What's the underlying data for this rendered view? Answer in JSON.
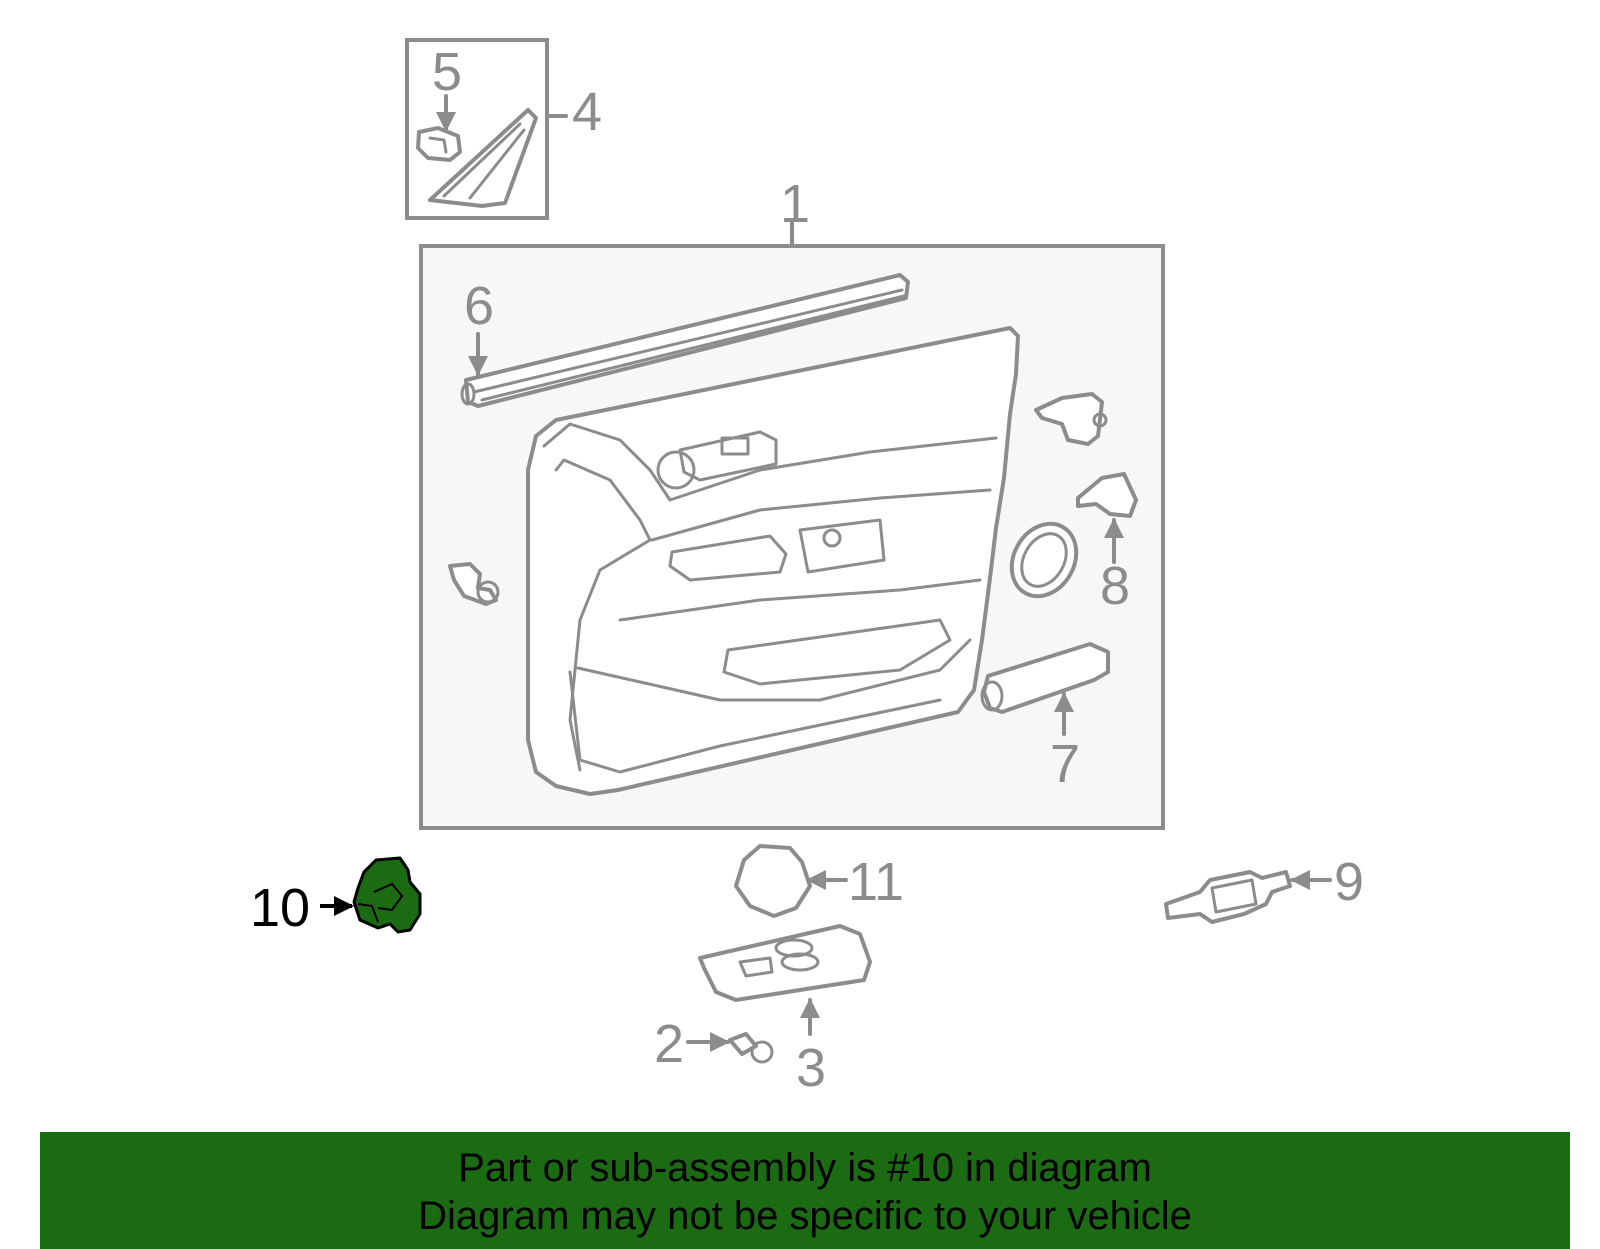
{
  "diagram": {
    "callouts": {
      "c1": "1",
      "c2": "2",
      "c3": "3",
      "c4": "4",
      "c5": "5",
      "c6": "6",
      "c7": "7",
      "c8": "8",
      "c9": "9",
      "c10": "10",
      "c11": "11"
    },
    "highlighted_part": "10",
    "colors": {
      "line": "#8c8c8c",
      "highlight_fill": "#1b6b12",
      "panel_fill": "#f7f7f7",
      "banner_bg": "#1b6b12",
      "banner_text": "#000000"
    }
  },
  "banner": {
    "line1": "Part or sub-assembly is #10 in diagram",
    "line2": "Diagram may not be specific to your vehicle"
  }
}
